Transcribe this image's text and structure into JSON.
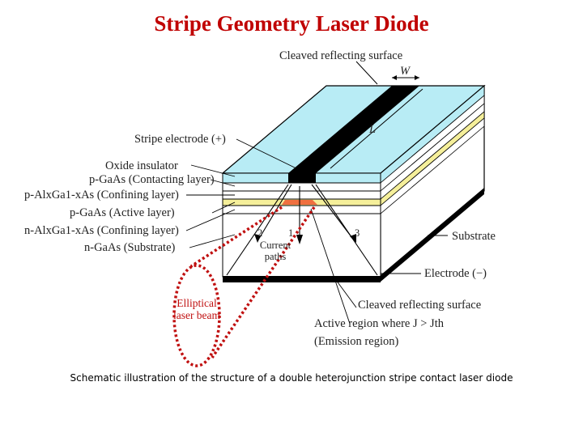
{
  "title": "Stripe Geometry Laser Diode",
  "caption": "Schematic illustration of the structure of a double heterojunction stripe contact laser diode",
  "labels": {
    "cleaved_top": "Cleaved reflecting surface",
    "w": "W",
    "l": "L",
    "stripe_electrode": "Stripe electrode (+)",
    "oxide": "Oxide insulator",
    "contacting": "p-GaAs (Contacting layer)",
    "confining_p": "p-AlxGa1-xAs (Confining layer)",
    "active": "p-GaAs (Active layer)",
    "confining_n": "n-AlxGa1-xAs (Confining layer)",
    "substrate_left": "n-GaAs (Substrate)",
    "substrate_right": "Substrate",
    "electrode_neg": "Electrode (−)",
    "cleaved_bottom": "Cleaved reflecting surface",
    "active_region": "Active region where J > Jth",
    "emission": "(Emission region)",
    "path_2": "2",
    "path_1": "1",
    "path_3": "3",
    "current_paths": "Current paths",
    "beam": "Elliptical laser beam"
  },
  "colors": {
    "title": "#c00000",
    "insulator": "#b8ecf5",
    "active": "#f5ef9a",
    "electrode": "#000000",
    "emission": "#f07040",
    "beam": "#c01010"
  }
}
